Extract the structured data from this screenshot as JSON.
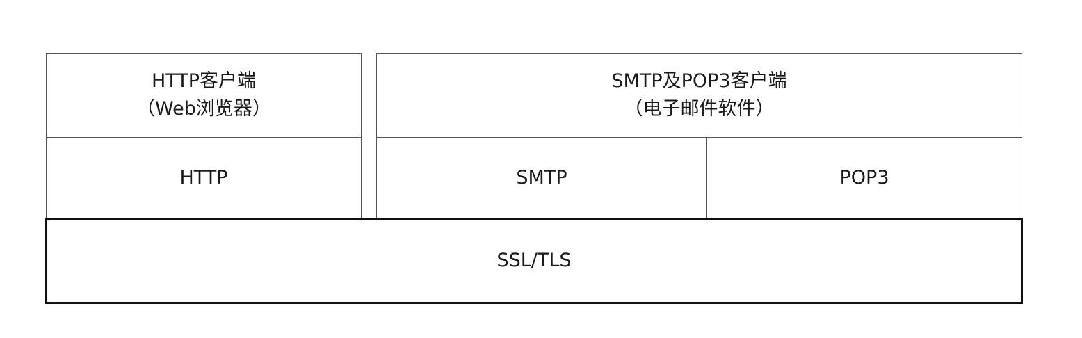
{
  "http_client": {
    "line1": "HTTP客户端",
    "line2": "（Web浏览器）"
  },
  "http": "HTTP",
  "mail_client": {
    "line1": "SMTP及POP3客户端",
    "line2": "（电子邮件软件）"
  },
  "smtp": "SMTP",
  "pop3": "POP3",
  "ssl_tls": "SSL/TLS"
}
